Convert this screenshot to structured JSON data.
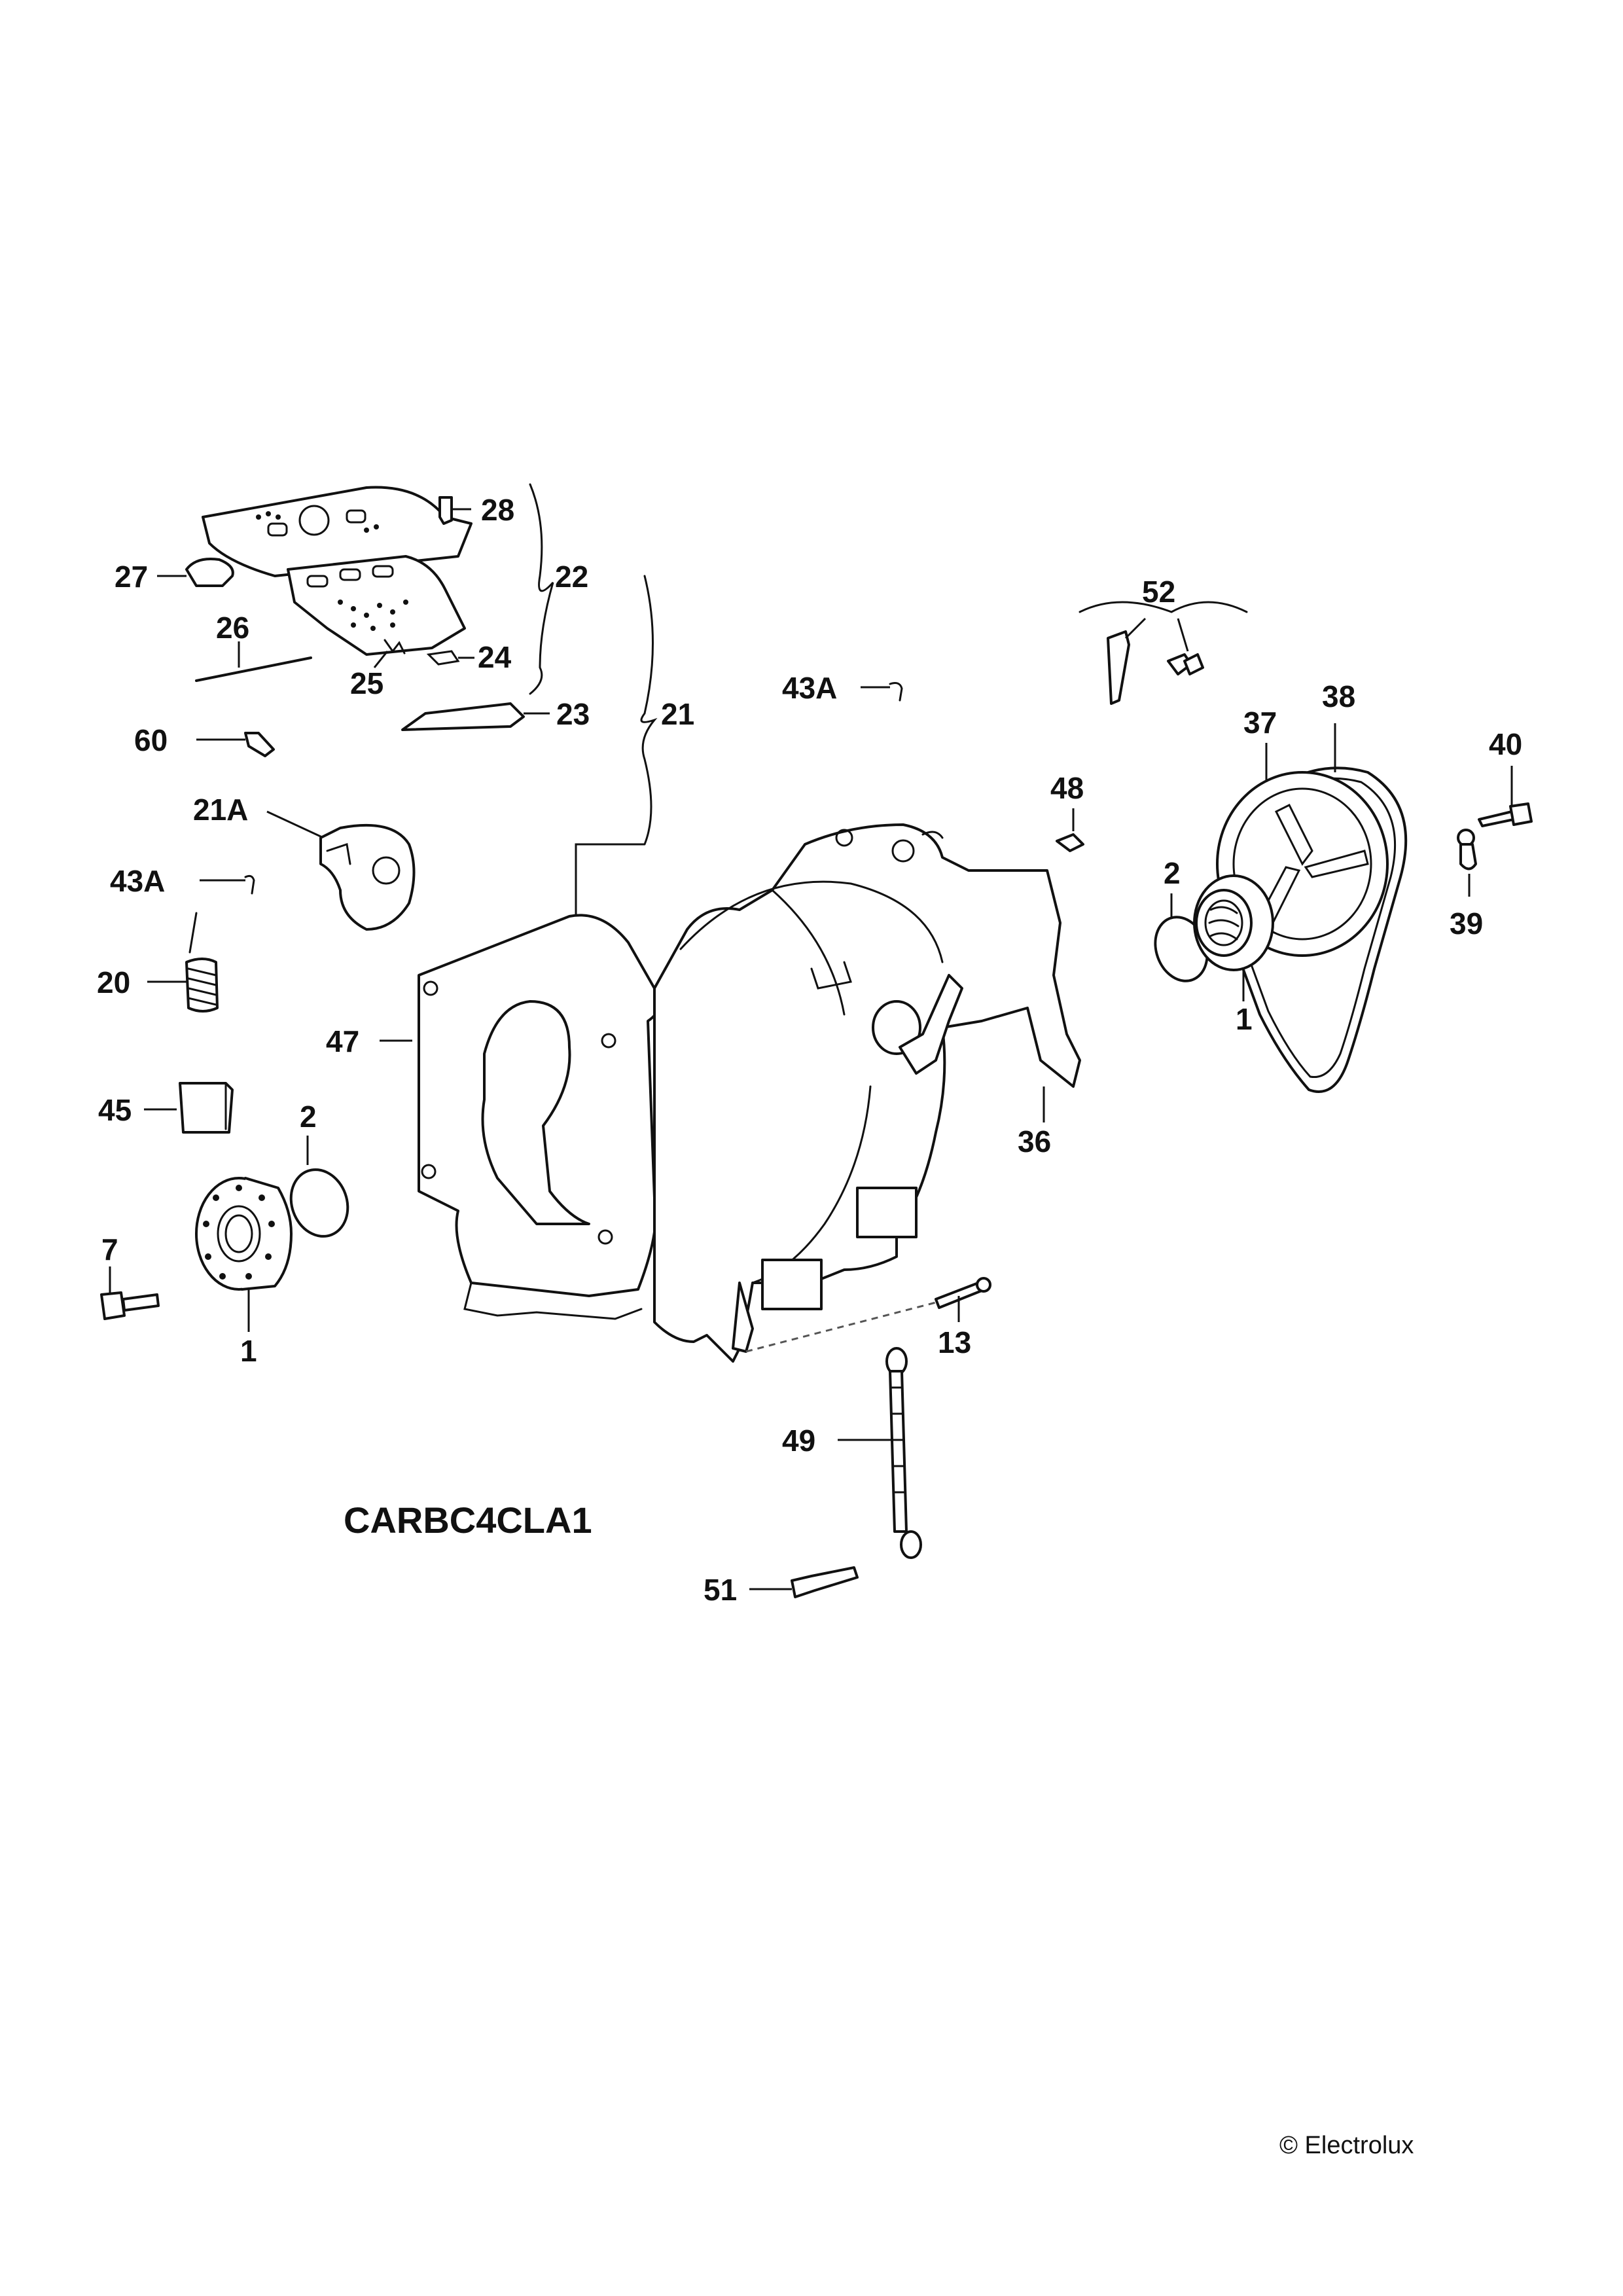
{
  "callouts": {
    "c28": "28",
    "c22": "22",
    "c27": "27",
    "c26": "26",
    "c24": "24",
    "c25": "25",
    "c23": "23",
    "c21": "21",
    "c43a_top": "43A",
    "c52": "52",
    "c60": "60",
    "c21a": "21A",
    "c48": "48",
    "c37": "37",
    "c38": "38",
    "c40": "40",
    "c43a_left": "43A",
    "c2_right": "2",
    "c39": "39",
    "c20": "20",
    "c1_right": "1",
    "c47": "47",
    "c45": "45",
    "c36": "36",
    "c2_left": "2",
    "c7": "7",
    "c13": "13",
    "c1_left": "1",
    "c49": "49",
    "c51": "51"
  },
  "diagram_code": "CARBC4CLA1",
  "copyright": "© Electrolux"
}
